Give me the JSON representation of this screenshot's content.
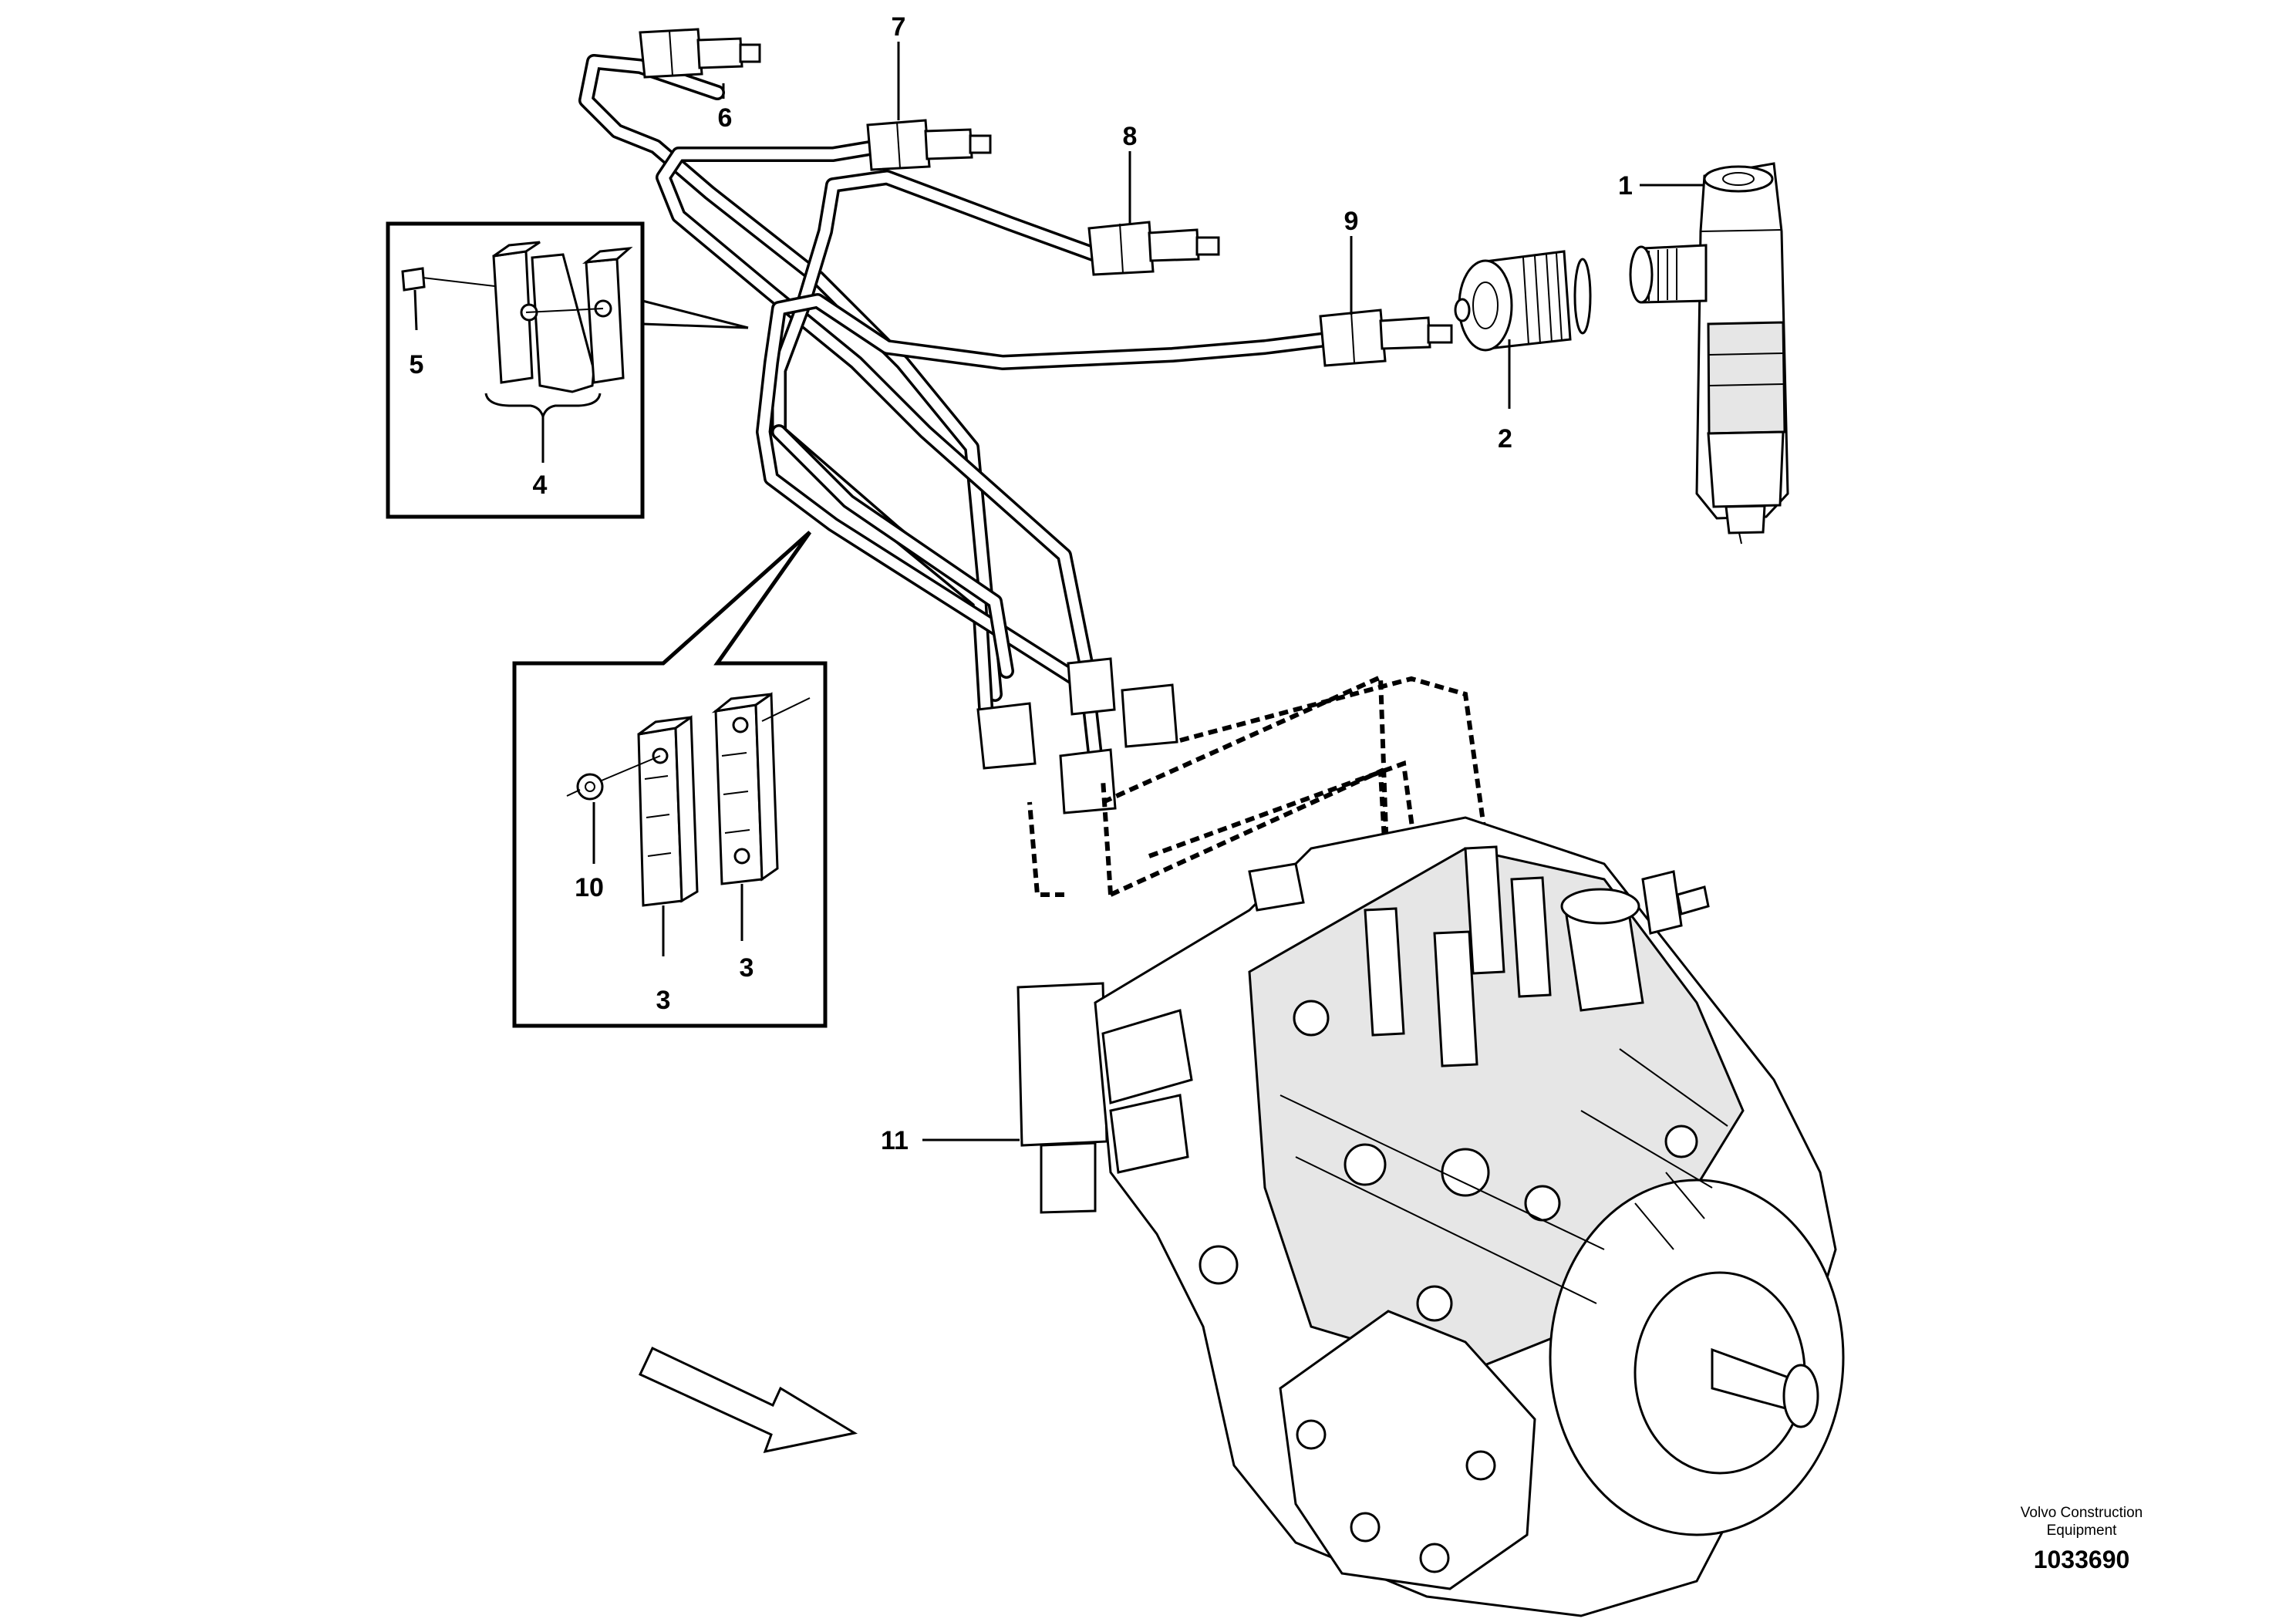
{
  "callouts": [
    {
      "id": "1",
      "label": "1"
    },
    {
      "id": "2",
      "label": "2"
    },
    {
      "id": "3a",
      "label": "3"
    },
    {
      "id": "3b",
      "label": "3"
    },
    {
      "id": "4",
      "label": "4"
    },
    {
      "id": "5",
      "label": "5"
    },
    {
      "id": "6",
      "label": "6"
    },
    {
      "id": "7",
      "label": "7"
    },
    {
      "id": "8",
      "label": "8"
    },
    {
      "id": "9",
      "label": "9"
    },
    {
      "id": "10",
      "label": "10"
    },
    {
      "id": "11",
      "label": "11"
    }
  ],
  "footer": {
    "company_line1": "Volvo Construction",
    "company_line2": "Equipment",
    "drawing_number": "1033690"
  }
}
